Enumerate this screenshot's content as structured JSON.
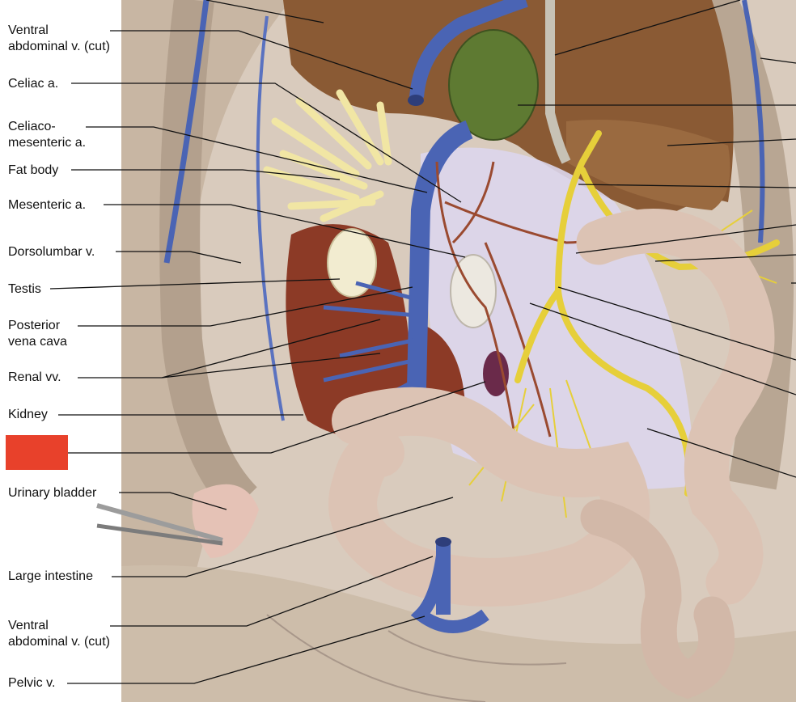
{
  "labels": {
    "ventral_abdominal_top_1": "Ventral",
    "ventral_abdominal_top_2": "abdominal v. (cut)",
    "celiac_a": "Celiac a.",
    "celiacomesenteric_1": "Celiaco-",
    "celiacomesenteric_2": "mesenteric a.",
    "fat_body": "Fat body",
    "mesenteric_a": "Mesenteric a.",
    "dorsolumbar_v": "Dorsolumbar v.",
    "testis": "Testis",
    "posterior_vena_cava_1": "Posterior",
    "posterior_vena_cava_2": "vena cava",
    "renal_vv": "Renal vv.",
    "kidney": "Kidney",
    "urinary_bladder": "Urinary bladder",
    "large_intestine": "Large intestine",
    "ventral_abdominal_bottom_1": "Ventral",
    "ventral_abdominal_bottom_2": "abdominal v. (cut)",
    "pelvic_v": "Pelvic v."
  },
  "colors": {
    "vein_blue": "#4a64b4",
    "artery_brown": "#9a4a30",
    "bile_yellow": "#e6cf3a",
    "liver_brown": "#8a5a34",
    "gallbladder_green": "#5e7a32",
    "kidney_red": "#8c3a26",
    "testis_cream": "#f2ecd0",
    "intestine_tan": "#dcc3b4",
    "mesentery_lavender": "#dcd6ec",
    "spleen_purple": "#6a2a4a",
    "body_wall": "#c9b7a5",
    "masked_label": "#e8412b"
  }
}
